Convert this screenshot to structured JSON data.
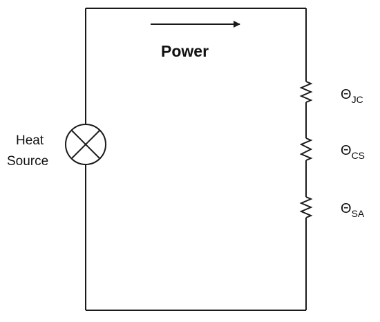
{
  "power_label": "Power",
  "heat_source": {
    "line1": "Heat",
    "line2": "Source"
  },
  "resistors": [
    {
      "symbol": "Θ",
      "subscript": "JC"
    },
    {
      "symbol": "Θ",
      "subscript": "CS"
    },
    {
      "symbol": "Θ",
      "subscript": "SA"
    }
  ],
  "colors": {
    "wire": "#1a1a1a",
    "text": "#111111",
    "background": "#ffffff"
  }
}
